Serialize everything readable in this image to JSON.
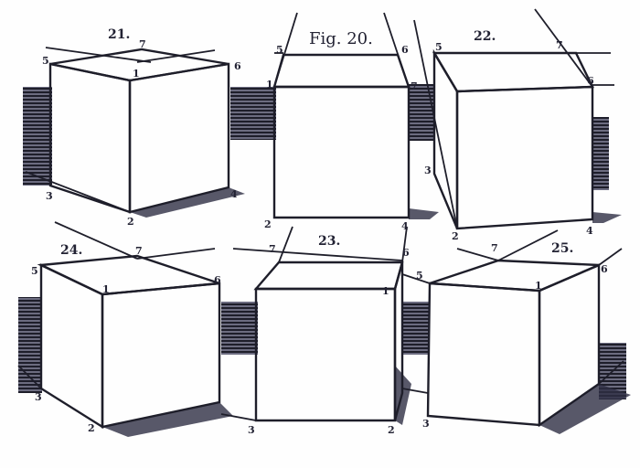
{
  "figure": {
    "title": "Fig. 20.",
    "ink_color": "#1e1e2a",
    "paper_color": "#fefefe"
  },
  "cubes": [
    {
      "number": "21.",
      "corners": {
        "c1": "1",
        "c2": "2",
        "c3": "3",
        "c4": "4",
        "c5": "5",
        "c6": "6",
        "c7": "7"
      }
    },
    {
      "number": "",
      "corners": {
        "c1": "1",
        "c2": "2",
        "c4": "4",
        "c5": "5",
        "c6": "6",
        "c7": "7"
      }
    },
    {
      "number": "22.",
      "corners": {
        "c2": "2",
        "c3": "3",
        "c4": "4",
        "c5": "5",
        "c6": "6",
        "c7": "7"
      }
    },
    {
      "number": "24.",
      "corners": {
        "c1": "1",
        "c2": "2",
        "c3": "3",
        "c5": "5",
        "c6": "6",
        "c7": "7"
      }
    },
    {
      "number": "23.",
      "corners": {
        "c1": "1",
        "c2": "2",
        "c3": "3",
        "c5": "5",
        "c6": "6",
        "c7": "7"
      }
    },
    {
      "number": "25.",
      "corners": {
        "c1": "1",
        "c3": "3",
        "c6": "6",
        "c7": "7"
      }
    }
  ]
}
